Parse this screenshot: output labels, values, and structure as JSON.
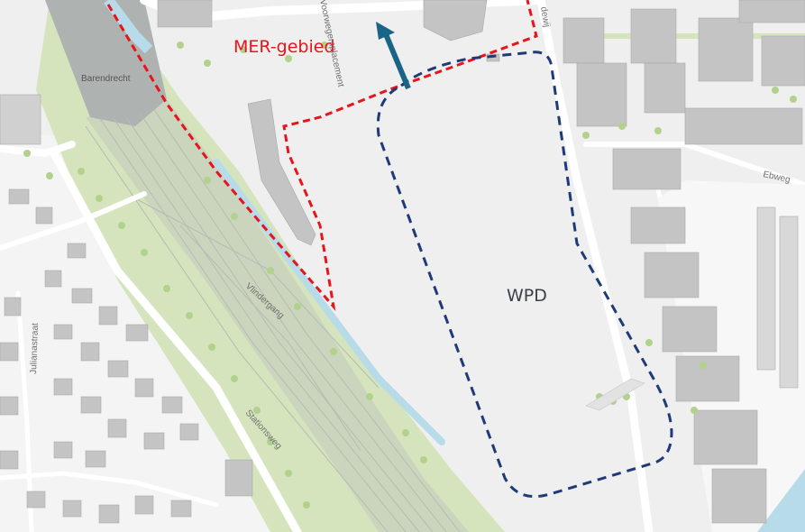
{
  "labels": {
    "mer_area": "MER-gebied",
    "wpd": "WPD",
    "place": "Barendrecht",
    "emplacement": "Voorwegemplacement",
    "vlindergang": "Vlindergang",
    "julianastraat": "Julianastraat",
    "stationsweg": "Stationsweg",
    "ebweg": "Ebweg",
    "dewi": "dewij"
  },
  "colors": {
    "mer_boundary": "#e8141b",
    "wpd_boundary": "#1f3a78",
    "arrow": "#1a6488",
    "green": "#cfe0b4",
    "water": "#b7dbe9",
    "building": "#c7c7c7",
    "background": "#f2f2f2"
  }
}
